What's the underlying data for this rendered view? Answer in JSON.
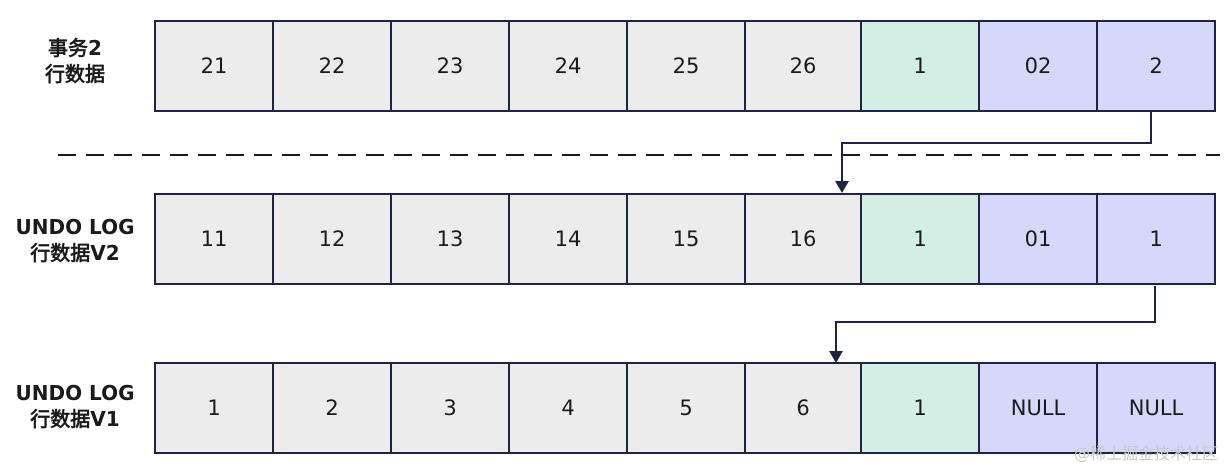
{
  "rows": [
    {
      "label_line1": "事务2",
      "label_line2": "行数据",
      "cells": [
        "21",
        "22",
        "23",
        "24",
        "25",
        "26",
        "1",
        "02",
        "2"
      ]
    },
    {
      "label_line1": "UNDO LOG",
      "label_line2": "行数据V2",
      "cells": [
        "11",
        "12",
        "13",
        "14",
        "15",
        "16",
        "1",
        "01",
        "1"
      ]
    },
    {
      "label_line1": "UNDO LOG",
      "label_line2": "行数据V1",
      "cells": [
        "1",
        "2",
        "3",
        "4",
        "5",
        "6",
        "1",
        "NULL",
        "NULL"
      ]
    }
  ],
  "colors": {
    "data_cell": "#ececec",
    "green_cell": "#d3efe5",
    "blue_cell": "#d4d9fb",
    "border": "#1f2444"
  },
  "watermark": "@稀土掘金技术社区"
}
